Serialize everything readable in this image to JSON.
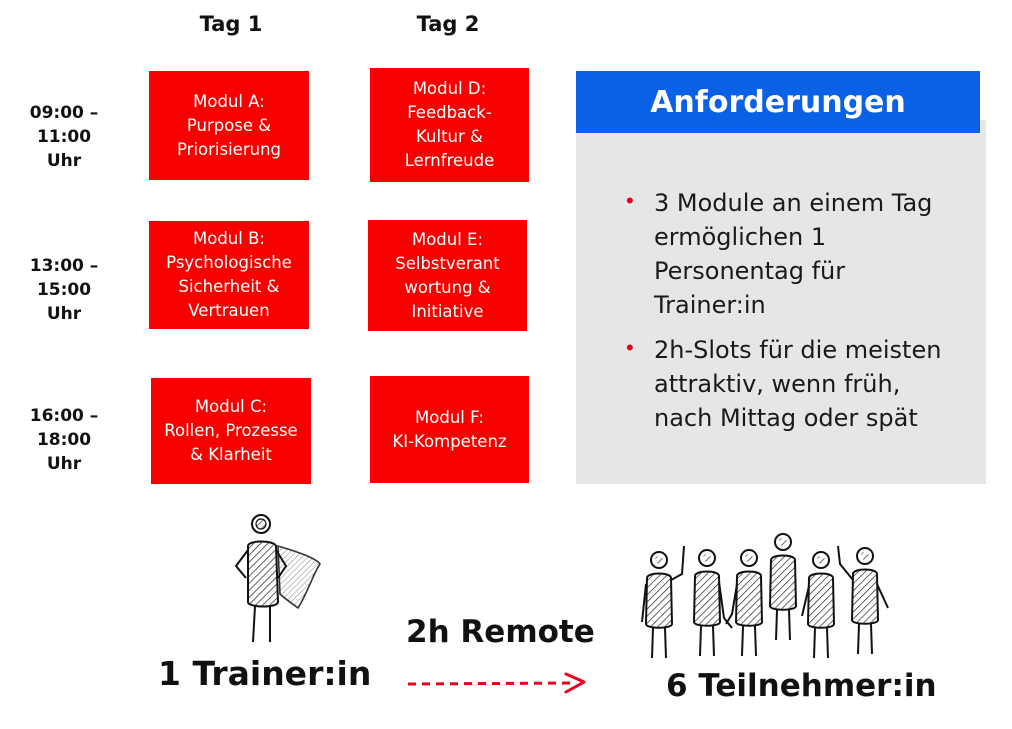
{
  "days": [
    "Tag 1",
    "Tag 2"
  ],
  "times": [
    "09:00 –\n11:00\nUhr",
    "13:00 –\n15:00\nUhr",
    "16:00 –\n18:00\nUhr"
  ],
  "modules": [
    "Modul A:\nPurpose &\nPriorisierung",
    "Modul B:\nPsychologische\nSicherheit &\nVertrauen",
    "Modul C:\nRollen, Prozesse\n& Klarheit",
    "Modul D:\nFeedback-\nKultur &\nLernfreude",
    "Modul E:\nSelbstverant\nwortung &\nInitiative",
    "Modul F:\nKI-Kompetenz"
  ],
  "requirements": {
    "title": "Anforderungen",
    "bullets": [
      "3 Module an einem Tag\nermöglichen 1\nPersonentag für\nTrainer:in",
      "2h-Slots für die meisten\nattraktiv, wenn früh,\nnach Mittag oder spät"
    ]
  },
  "bottom": {
    "trainer": "1 Trainer:in",
    "remote": "2h Remote",
    "participants": "6 Teilnehmer:in"
  },
  "colors": {
    "module_red": "#f70000",
    "header_blue": "#0b61e5",
    "panel_grey": "#e6e6e6",
    "arrow_red": "#e8001f"
  }
}
